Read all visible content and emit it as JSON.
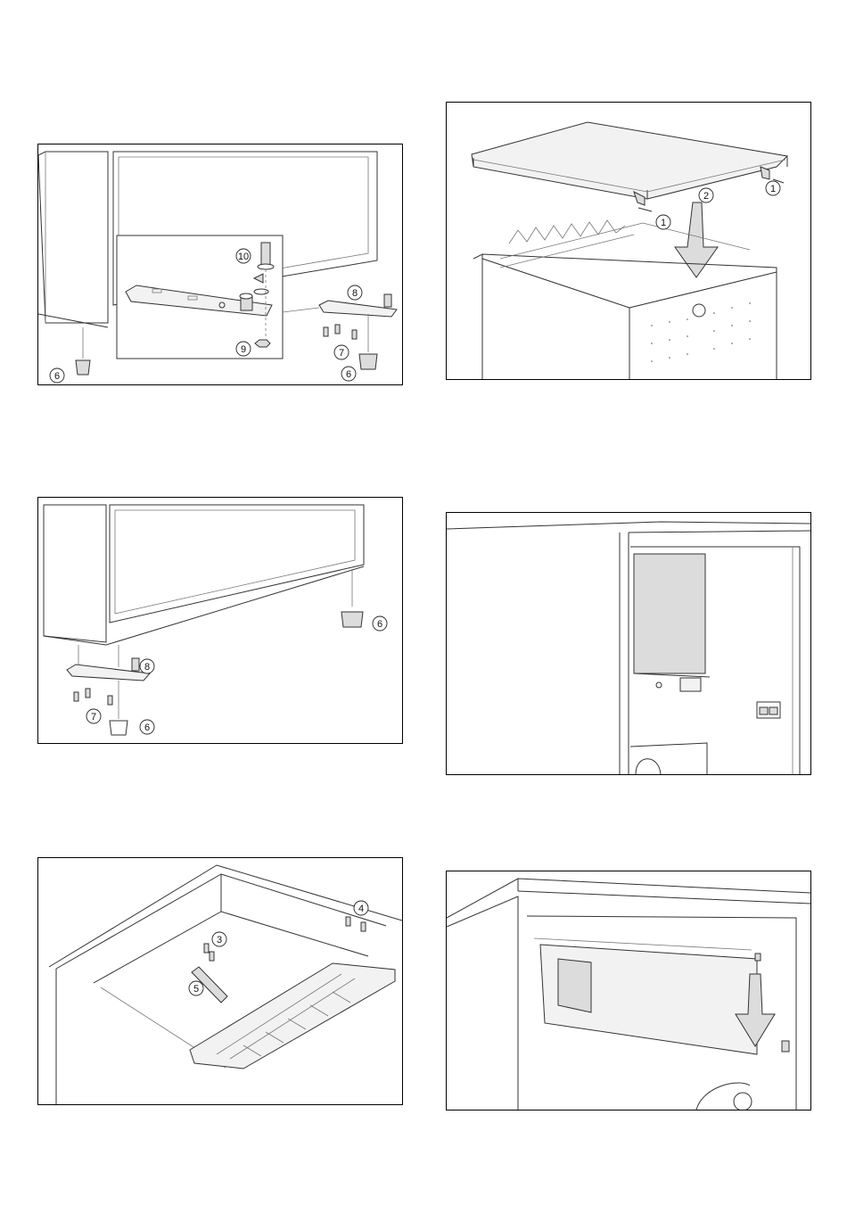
{
  "figures": [
    {
      "id": "fig-hinge-bottom-removal",
      "callouts": [
        "10",
        "8",
        "9",
        "7",
        "6",
        "6"
      ]
    },
    {
      "id": "fig-top-cover",
      "callouts": [
        "2",
        "1",
        "1"
      ]
    },
    {
      "id": "fig-hinge-bottom-fit",
      "callouts": [
        "6",
        "8",
        "7",
        "6"
      ]
    },
    {
      "id": "fig-interior-freezer",
      "callouts": []
    },
    {
      "id": "fig-top-hinge-bracket",
      "callouts": [
        "4",
        "3",
        "5"
      ]
    },
    {
      "id": "fig-freezer-door",
      "callouts": []
    }
  ]
}
